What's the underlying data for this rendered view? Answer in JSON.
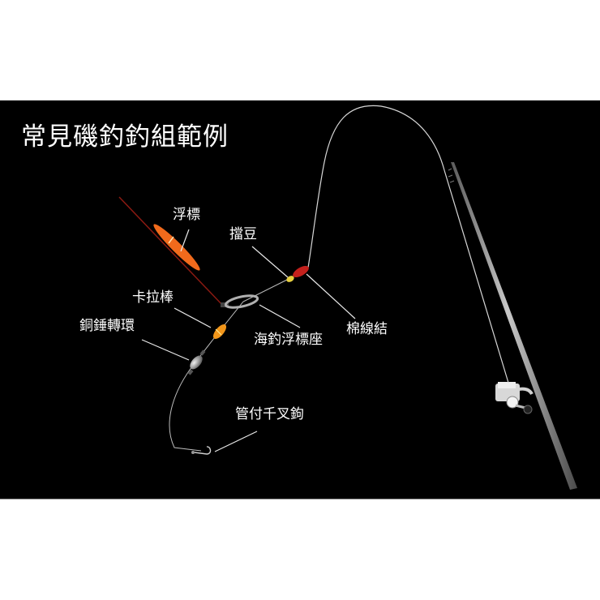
{
  "title": "常見磯釣釣組範例",
  "labels": {
    "float": "浮標",
    "bead_stopper": "擋豆",
    "karabo": "卡拉棒",
    "sinker_swivel": "銅錘轉環",
    "float_holder": "海釣浮標座",
    "cotton_knot": "棉線結",
    "hook": "管付千叉鉤"
  },
  "colors": {
    "background": "#000000",
    "text": "#ffffff",
    "line": "#d8d8d8",
    "float_body": "#f06a1c",
    "float_stem": "#8b1a12",
    "bead": "#e8d040",
    "knot": "#c4201c",
    "karabo": "#f2961a",
    "rod": "#9a9a9a"
  }
}
